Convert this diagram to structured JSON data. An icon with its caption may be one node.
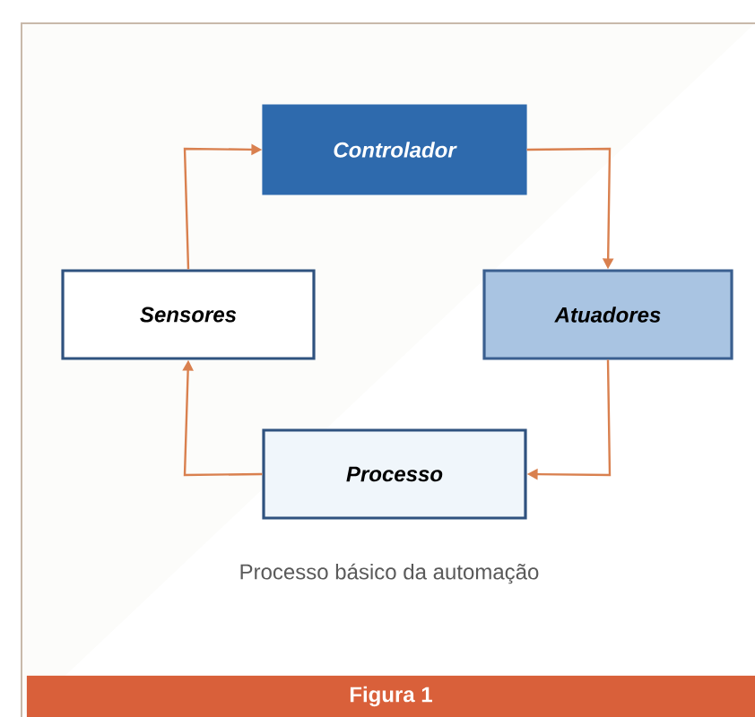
{
  "diagram": {
    "caption": "Processo básico da automação",
    "nodes": [
      {
        "text": [
          "Controlador"
        ]
      },
      {
        "text": [
          "Sensores"
        ]
      },
      {
        "text": [
          "Atuadores"
        ]
      },
      {
        "text": [
          "Processo"
        ]
      },
      {
        "text": [
          "Figura 1"
        ]
      }
    ],
    "edges": [
      {
        "from": 1,
        "to": 0,
        "arrow": "to"
      },
      {
        "from": 0,
        "to": 2,
        "arrow": "to"
      },
      {
        "from": 2,
        "to": 3,
        "arrow": "to"
      },
      {
        "from": 3,
        "to": 1,
        "arrow": "to"
      }
    ]
  }
}
